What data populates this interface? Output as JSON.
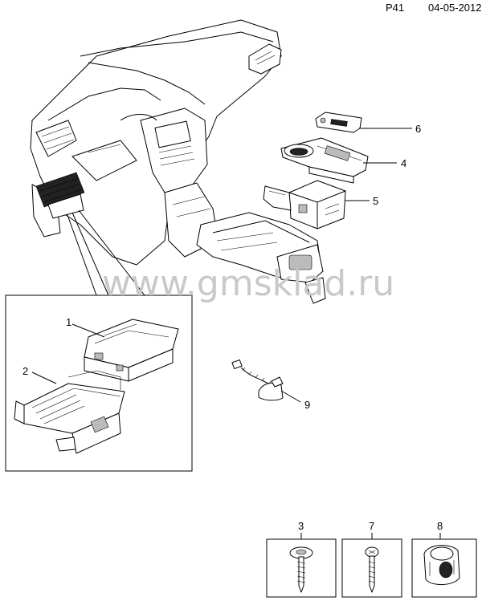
{
  "header": {
    "code": "P41",
    "date": "04-05-2012"
  },
  "watermark": "www.gmsklad.ru",
  "callouts": {
    "c1": "1",
    "c2": "2",
    "c3": "3",
    "c4": "4",
    "c5": "5",
    "c6": "6",
    "c7": "7",
    "c8": "8",
    "c9": "9"
  }
}
